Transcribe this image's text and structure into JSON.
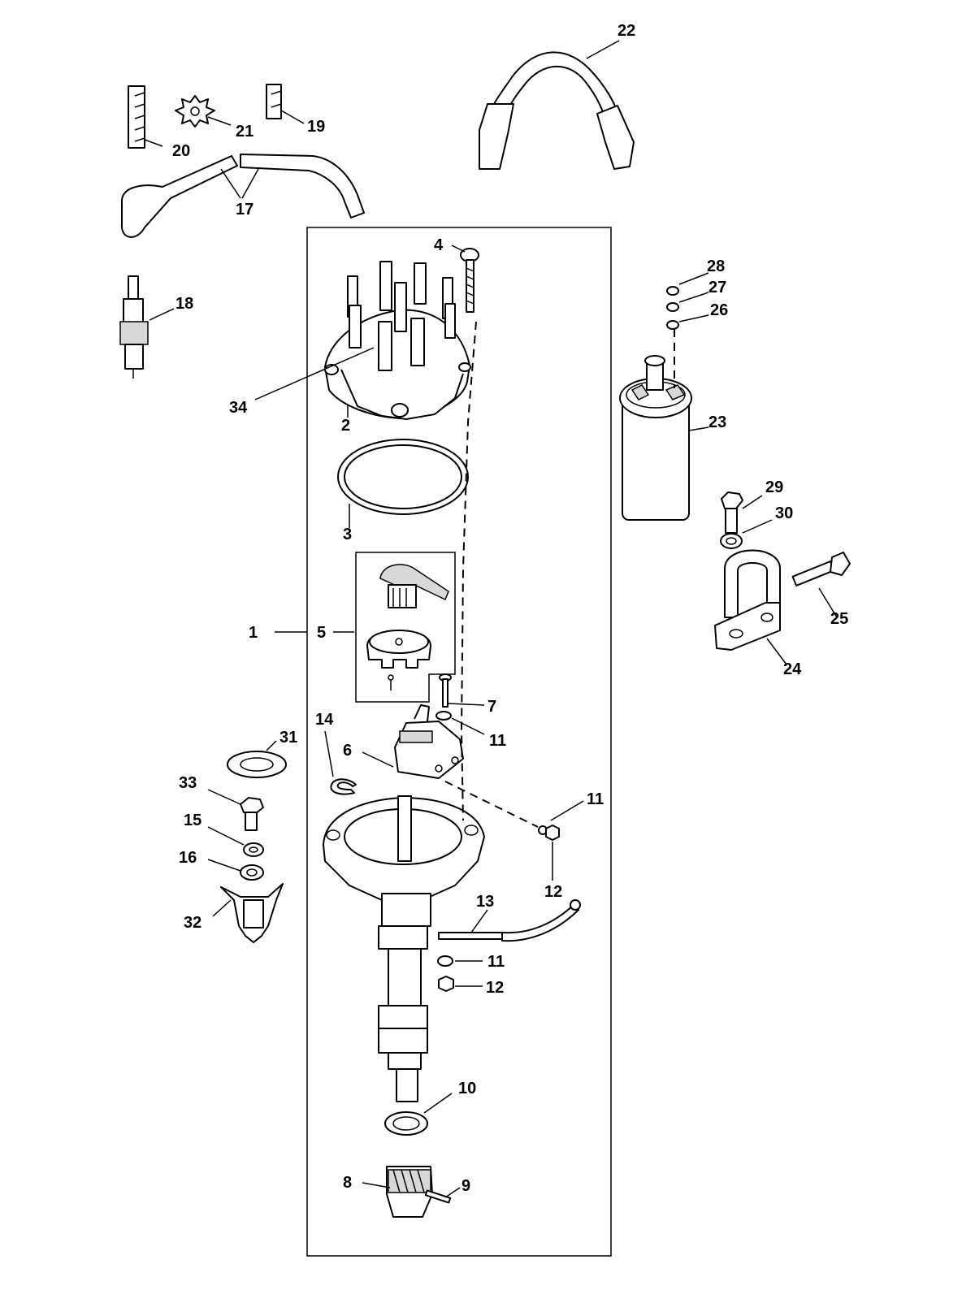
{
  "callouts": {
    "c1": "1",
    "c2": "2",
    "c3": "3",
    "c4": "4",
    "c5": "5",
    "c6": "6",
    "c7": "7",
    "c8": "8",
    "c9": "9",
    "c10": "10",
    "c11a": "11",
    "c11b": "11",
    "c11c": "11",
    "c12a": "12",
    "c12b": "12",
    "c13": "13",
    "c14": "14",
    "c15": "15",
    "c16": "16",
    "c17": "17",
    "c18": "18",
    "c19": "19",
    "c20": "20",
    "c21": "21",
    "c22": "22",
    "c23": "23",
    "c24": "24",
    "c25": "25",
    "c26": "26",
    "c27": "27",
    "c28": "28",
    "c29": "29",
    "c30": "30",
    "c31": "31",
    "c32": "32",
    "c33": "33",
    "c34": "34"
  },
  "colors": {
    "line": "#000000",
    "paper": "#ffffff",
    "shade": "#d8d8d8"
  }
}
